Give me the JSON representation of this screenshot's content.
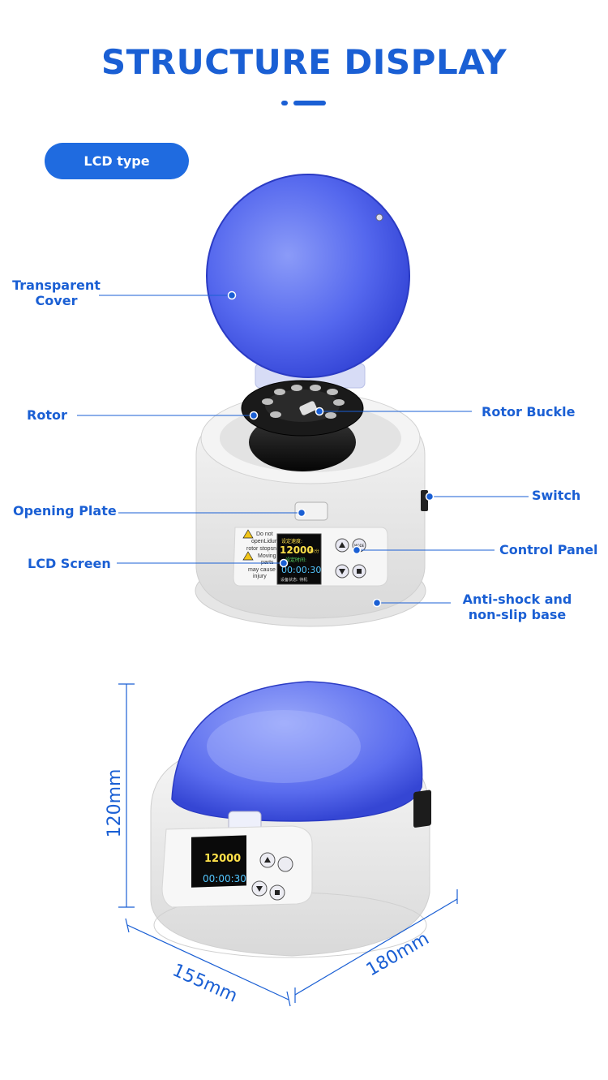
{
  "header": {
    "title": "STRUCTURE DISPLAY"
  },
  "type_badge": {
    "label": "LCD type"
  },
  "callouts": {
    "transparent_cover": {
      "line1": "Transparent",
      "line2": "Cover"
    },
    "rotor": "Rotor",
    "rotor_buckle": "Rotor Buckle",
    "switch": "Switch",
    "opening_plate": "Opening Plate",
    "control_panel": "Control Panel",
    "lcd_screen": "LCD Screen",
    "base": {
      "line1": "Anti-shock and",
      "line2": "non-slip base"
    }
  },
  "device_panel": {
    "warning_lines": [
      "Do not",
      "openLiduntil",
      "rotor stopsn",
      "Moving",
      "parts",
      "may cause",
      "injury"
    ],
    "speed_caption": "设定速度:",
    "speed_value": "12000",
    "speed_unit": "转/分",
    "time_caption": "设定时间:",
    "time_value": "00:00:30",
    "status_line": "设备状态: 待机",
    "mode_button": "MODE"
  },
  "dimensions": {
    "height": "120mm",
    "width": "155mm",
    "depth": "180mm"
  },
  "colors": {
    "accent": "#1a5fd4",
    "cover_blue": "#4f63e8",
    "body_white": "#ececec"
  }
}
